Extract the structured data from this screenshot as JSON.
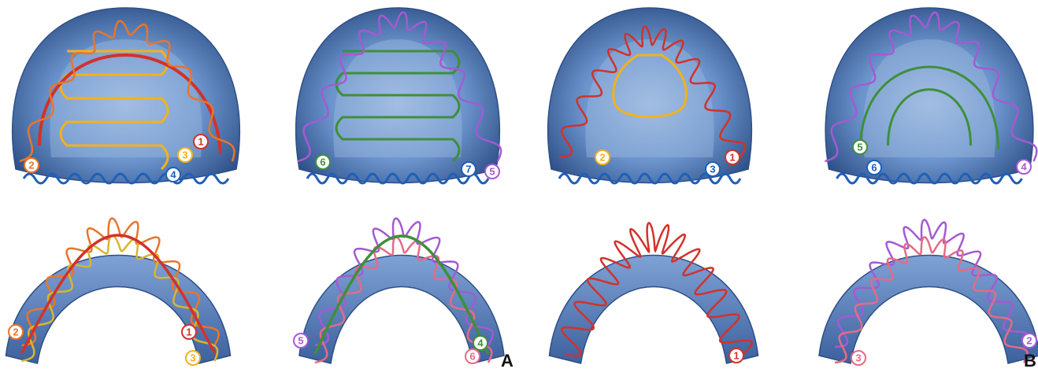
{
  "figure": {
    "panel_labels": [
      "A",
      "B"
    ],
    "colors": {
      "background": "#ffffff",
      "model_fill": "#5d86c0",
      "model_light": "#9cb8de",
      "model_dark": "#2e4f86",
      "red": "#d1322b",
      "orange": "#e8752a",
      "yellow": "#f2b21c",
      "navy": "#1f5fb8",
      "green": "#3f8f3a",
      "purple": "#a45ad3",
      "pink": "#e56b86",
      "olive_yellow": "#d9b62c"
    },
    "panels": [
      {
        "id": "A-upper-1",
        "arch": "upper",
        "badges": [
          {
            "num": "1",
            "color": "red"
          },
          {
            "num": "2",
            "color": "orange"
          },
          {
            "num": "3",
            "color": "yellow"
          },
          {
            "num": "4",
            "color": "navy"
          }
        ]
      },
      {
        "id": "A-upper-2",
        "arch": "upper",
        "badges": [
          {
            "num": "5",
            "color": "purple"
          },
          {
            "num": "6",
            "color": "green"
          },
          {
            "num": "7",
            "color": "navy"
          }
        ]
      },
      {
        "id": "B-upper-1",
        "arch": "upper",
        "badges": [
          {
            "num": "1",
            "color": "red"
          },
          {
            "num": "2",
            "color": "yellow"
          },
          {
            "num": "3",
            "color": "navy"
          }
        ]
      },
      {
        "id": "B-upper-2",
        "arch": "upper",
        "badges": [
          {
            "num": "4",
            "color": "purple"
          },
          {
            "num": "5",
            "color": "green"
          },
          {
            "num": "6",
            "color": "navy"
          }
        ]
      },
      {
        "id": "A-lower-1",
        "arch": "lower",
        "badges": [
          {
            "num": "1",
            "color": "red"
          },
          {
            "num": "2",
            "color": "orange"
          },
          {
            "num": "3",
            "color": "yellow"
          }
        ]
      },
      {
        "id": "A-lower-2",
        "arch": "lower",
        "badges": [
          {
            "num": "4",
            "color": "green"
          },
          {
            "num": "5",
            "color": "purple"
          },
          {
            "num": "6",
            "color": "pink"
          }
        ]
      },
      {
        "id": "B-lower-1",
        "arch": "lower",
        "badges": [
          {
            "num": "1",
            "color": "red"
          }
        ]
      },
      {
        "id": "B-lower-2",
        "arch": "lower",
        "badges": [
          {
            "num": "2",
            "color": "purple"
          },
          {
            "num": "3",
            "color": "pink"
          }
        ]
      }
    ]
  }
}
